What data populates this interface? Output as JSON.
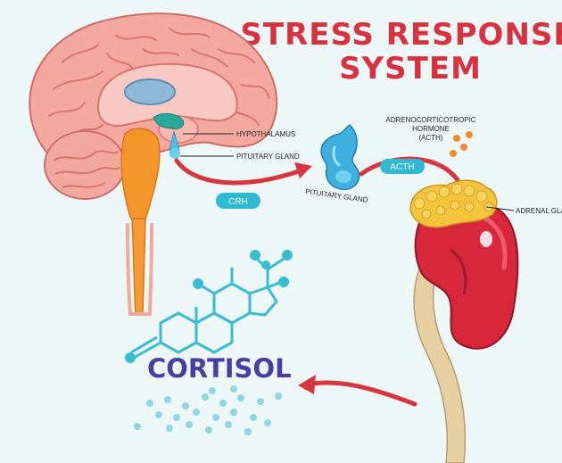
{
  "title": {
    "line1": "STRESS RESPONSE",
    "line2": "SYSTEM"
  },
  "labels": {
    "hypothalamus": "HYPOTHALAMUS",
    "pituitary_gland": "PITUITARY GLAND",
    "pituitary_gland_curved": "PITUITARY GLAND",
    "acth_full_line1": "ADRENOCORTICOTROPIC",
    "acth_full_line2": "HORMONE",
    "acth_full_line3": "(ACTH)",
    "adrenal_gland": "ADRENAL GLAND"
  },
  "pills": {
    "crh": "CRH",
    "acth": "ACTH"
  },
  "cortisol": "CORTISOL",
  "colors": {
    "background": "#eef7f8",
    "title": "#d7323f",
    "arrow": "#d6363f",
    "pill": "#2fb9d3",
    "cortisol": "#4a3ea3",
    "molecule": "#37bcd0",
    "brain": "#f09a92",
    "kidney": "#d8263a",
    "adrenal": "#f4c53a"
  }
}
